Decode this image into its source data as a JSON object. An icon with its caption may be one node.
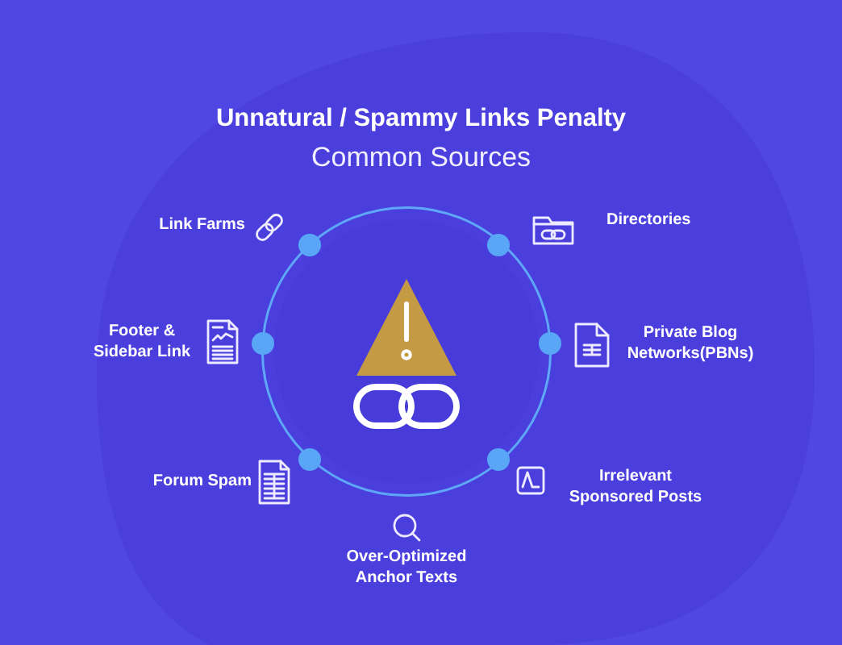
{
  "diagram": {
    "title": "Unnatural / Spammy Links Penalty",
    "labels": [
      "Common Sources",
      "Link Farms",
      "Directories",
      "Footer & Sidebar Link",
      "Private Blog Networks(PBNs)",
      "Forum Spam",
      "Irrelevant Sponsored Posts",
      "Over-Optimized Anchor Texts"
    ]
  }
}
